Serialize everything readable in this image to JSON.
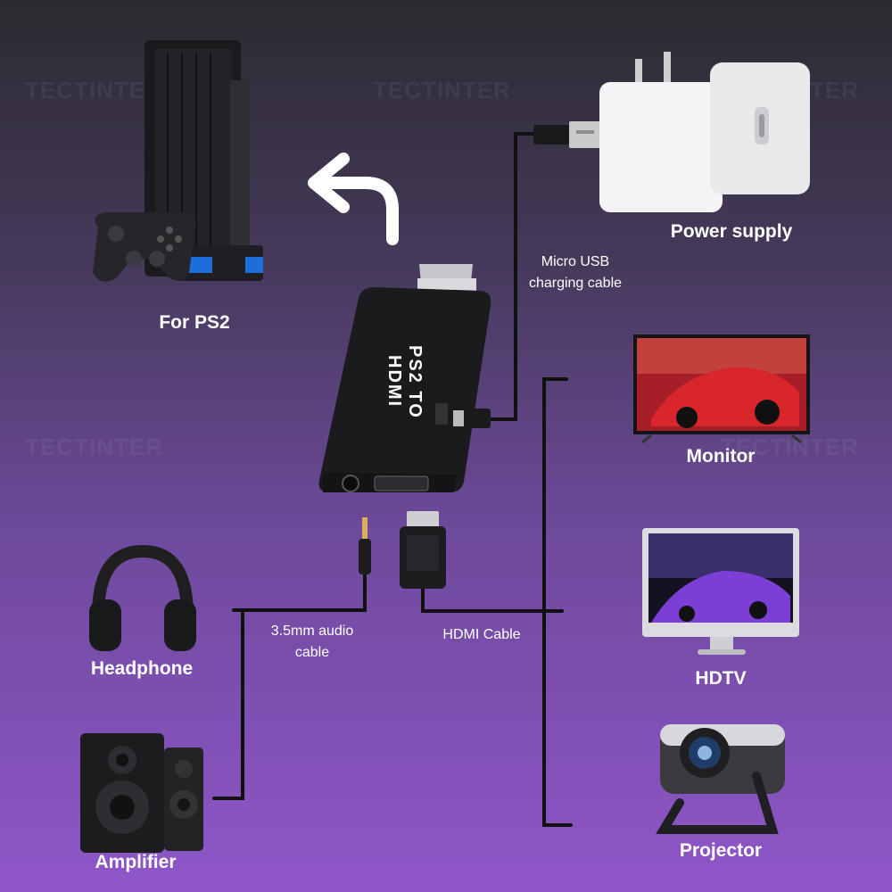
{
  "watermark": "TECTINTER",
  "labels": {
    "ps2": "For PS2",
    "power_supply": "Power supply",
    "monitor": "Monitor",
    "hdtv": "HDTV",
    "projector": "Projector",
    "headphone": "Headphone",
    "amplifier": "Amplifier"
  },
  "captions": {
    "usb_line1": "Micro USB",
    "usb_line2": "charging cable",
    "audio_line1": "3.5mm audio",
    "audio_line2": "cable",
    "hdmi": "HDMI Cable"
  },
  "adapter": {
    "text": "PS2 TO HDMI"
  },
  "colors": {
    "background_top": "#2c2a30",
    "background_bottom": "#8f56c9",
    "cable": "#111111",
    "text": "#ffffff"
  },
  "icons": [
    "ps2-console-icon",
    "gamepad-icon",
    "arrow-up-left-icon",
    "usb-charger-icon",
    "monitor-icon",
    "hdtv-icon",
    "projector-icon",
    "headphone-icon",
    "speaker-icon",
    "hdmi-plug-icon",
    "audio-jack-icon"
  ]
}
